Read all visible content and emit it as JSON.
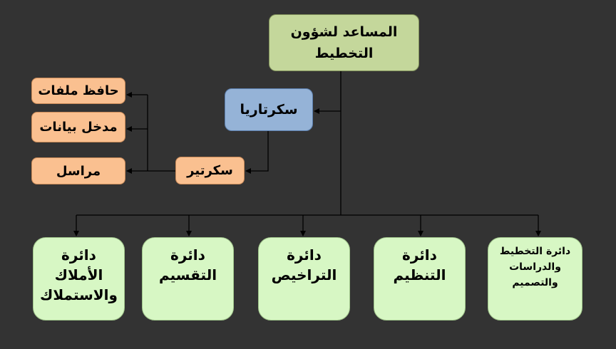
{
  "nodes": {
    "assistant": "المساعد لشؤون\nالتخطيط",
    "secretariat": "سكرتاريا",
    "secretary": "سكرتير",
    "file_keeper": "حافظ ملفات",
    "data_entry": "مدخل بيانات",
    "courier": "مراسل"
  },
  "departments": [
    "دائرة\nالأملاك\nوالاستملاك",
    "دائرة\nالتقسيم",
    "دائرة\nالتراخيص",
    "دائرة\nالتنظيم",
    "دائرة التخطيط\nوالدراسات\nوالتصميم"
  ],
  "colors": {
    "background": "#333333",
    "top": "#c4d79b",
    "secretariat": "#95b3d7",
    "staff": "#fac090",
    "department": "#d7f7c4",
    "line": "#000000"
  }
}
